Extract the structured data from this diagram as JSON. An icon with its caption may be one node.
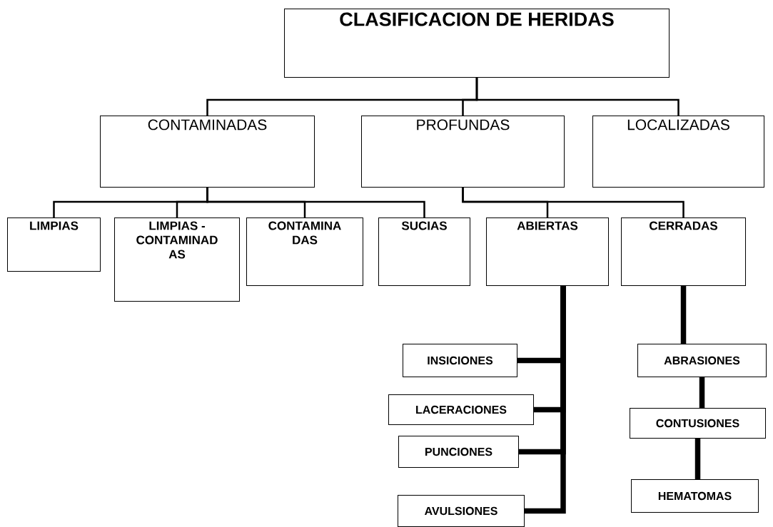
{
  "diagram": {
    "nodes": [
      {
        "text": [
          "CLASIFICACION DE HERIDAS"
        ]
      },
      {
        "text": [
          "CONTAMINADAS"
        ]
      },
      {
        "text": [
          "PROFUNDAS"
        ]
      },
      {
        "text": [
          "LOCALIZADAS"
        ]
      },
      {
        "text": [
          "LIMPIAS"
        ]
      },
      {
        "text": [
          "LIMPIAS - CONTAMINAD AS"
        ]
      },
      {
        "text": [
          "CONTAMINA DAS"
        ]
      },
      {
        "text": [
          "SUCIAS"
        ]
      },
      {
        "text": [
          "ABIERTAS"
        ]
      },
      {
        "text": [
          "CERRADAS"
        ]
      },
      {
        "text": [
          "INSICIONES"
        ]
      },
      {
        "text": [
          "LACERACIONES"
        ]
      },
      {
        "text": [
          "PUNCIONES"
        ]
      },
      {
        "text": [
          "AVULSIONES"
        ]
      },
      {
        "text": [
          "ABRASIONES"
        ]
      },
      {
        "text": [
          "CONTUSIONES"
        ]
      },
      {
        "text": [
          "HEMATOMAS"
        ]
      }
    ],
    "edges": [
      {
        "from": 0,
        "to": 1,
        "arrow": "none"
      },
      {
        "from": 0,
        "to": 2,
        "arrow": "none"
      },
      {
        "from": 0,
        "to": 3,
        "arrow": "none"
      },
      {
        "from": 1,
        "to": 4,
        "arrow": "none"
      },
      {
        "from": 1,
        "to": 5,
        "arrow": "none"
      },
      {
        "from": 1,
        "to": 6,
        "arrow": "none"
      },
      {
        "from": 1,
        "to": 7,
        "arrow": "none"
      },
      {
        "from": 2,
        "to": 8,
        "arrow": "none"
      },
      {
        "from": 2,
        "to": 9,
        "arrow": "none"
      },
      {
        "from": 8,
        "to": 10,
        "arrow": "none",
        "style": "thick"
      },
      {
        "from": 8,
        "to": 11,
        "arrow": "none",
        "style": "thick"
      },
      {
        "from": 8,
        "to": 12,
        "arrow": "none",
        "style": "thick"
      },
      {
        "from": 8,
        "to": 13,
        "arrow": "none",
        "style": "thick"
      },
      {
        "from": 9,
        "to": 14,
        "arrow": "none",
        "style": "thick"
      },
      {
        "from": 14,
        "to": 15,
        "arrow": "none",
        "style": "thick"
      },
      {
        "from": 15,
        "to": 16,
        "arrow": "none",
        "style": "thick"
      }
    ]
  }
}
